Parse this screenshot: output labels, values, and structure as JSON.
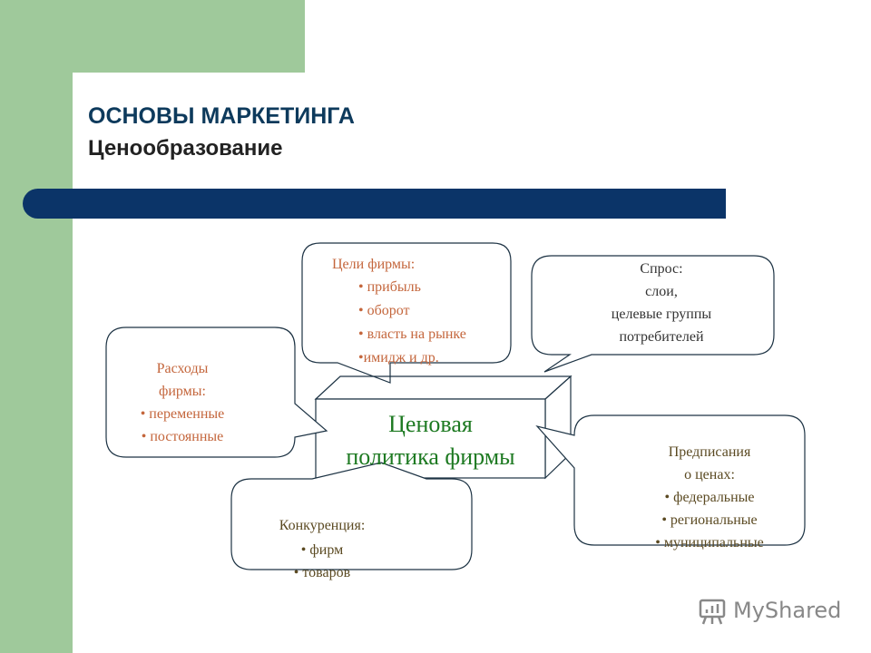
{
  "slide": {
    "title": "ОСНОВЫ МАРКЕТИНГА",
    "subtitle": "Ценообразование"
  },
  "diagram": {
    "center": {
      "line1": "Ценовая",
      "line2": "политика фирмы"
    },
    "goals": {
      "heading": "Цели фирмы:",
      "items": [
        "• прибыль",
        "• оборот",
        "• власть на рынке",
        "•имидж и др."
      ]
    },
    "demand": {
      "lines": [
        "Спрос:",
        "слои,",
        "целевые группы",
        "потребителей"
      ]
    },
    "costs": {
      "lines": [
        "Расходы",
        "фирмы:",
        "• переменные",
        "• постоянные"
      ]
    },
    "regulation": {
      "lines": [
        "Предписания",
        "о ценах:",
        "• федеральные",
        "• региональные",
        "• муниципальные"
      ]
    },
    "competition": {
      "heading": "Конкуренция:",
      "items": [
        "• фирм",
        "• товаров"
      ]
    }
  },
  "watermark": {
    "text": "MyShared"
  },
  "colors": {
    "green": "#9fc99b",
    "navy": "#0b3468",
    "center_text": "#1e7a22",
    "orange_text": "#c4663c",
    "brown_text": "#5b4a22"
  }
}
